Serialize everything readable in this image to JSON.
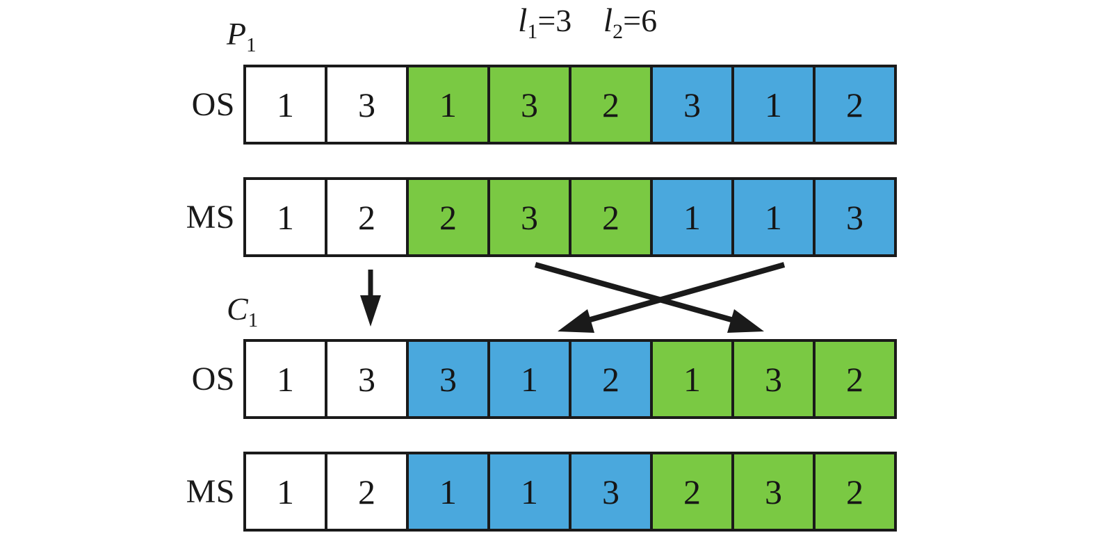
{
  "diagram": {
    "title_annotation": {
      "l1_var": "l",
      "l1_sub": "1",
      "l1_eq": "=3",
      "l2_var": "l",
      "l2_sub": "2",
      "l2_eq": "=6"
    },
    "colors": {
      "green_segment": "#7ac943",
      "blue_segment": "#4aa8dd",
      "white_segment": "#ffffff",
      "line": "#1a1a1a"
    },
    "parent": {
      "label_var": "P",
      "label_sub": "1",
      "rows": [
        {
          "name": "OS",
          "cells": [
            {
              "value": "1",
              "segment": "white"
            },
            {
              "value": "3",
              "segment": "white"
            },
            {
              "value": "1",
              "segment": "green"
            },
            {
              "value": "3",
              "segment": "green"
            },
            {
              "value": "2",
              "segment": "green"
            },
            {
              "value": "3",
              "segment": "blue"
            },
            {
              "value": "1",
              "segment": "blue"
            },
            {
              "value": "2",
              "segment": "blue"
            }
          ]
        },
        {
          "name": "MS",
          "cells": [
            {
              "value": "1",
              "segment": "white"
            },
            {
              "value": "2",
              "segment": "white"
            },
            {
              "value": "2",
              "segment": "green"
            },
            {
              "value": "3",
              "segment": "green"
            },
            {
              "value": "2",
              "segment": "green"
            },
            {
              "value": "1",
              "segment": "blue"
            },
            {
              "value": "1",
              "segment": "blue"
            },
            {
              "value": "3",
              "segment": "blue"
            }
          ]
        }
      ]
    },
    "child": {
      "label_var": "C",
      "label_sub": "1",
      "rows": [
        {
          "name": "OS",
          "cells": [
            {
              "value": "1",
              "segment": "white"
            },
            {
              "value": "3",
              "segment": "white"
            },
            {
              "value": "3",
              "segment": "blue"
            },
            {
              "value": "1",
              "segment": "blue"
            },
            {
              "value": "2",
              "segment": "blue"
            },
            {
              "value": "1",
              "segment": "green"
            },
            {
              "value": "3",
              "segment": "green"
            },
            {
              "value": "2",
              "segment": "green"
            }
          ]
        },
        {
          "name": "MS",
          "cells": [
            {
              "value": "1",
              "segment": "white"
            },
            {
              "value": "2",
              "segment": "white"
            },
            {
              "value": "1",
              "segment": "blue"
            },
            {
              "value": "1",
              "segment": "blue"
            },
            {
              "value": "3",
              "segment": "blue"
            },
            {
              "value": "2",
              "segment": "green"
            },
            {
              "value": "3",
              "segment": "green"
            },
            {
              "value": "2",
              "segment": "green"
            }
          ]
        }
      ]
    },
    "arrows": [
      {
        "name": "copy-arrow-down",
        "kind": "straight-down"
      },
      {
        "name": "swap-arrow-green-to-right",
        "kind": "diagonal-down-right"
      },
      {
        "name": "swap-arrow-blue-to-left",
        "kind": "diagonal-down-left"
      }
    ]
  }
}
